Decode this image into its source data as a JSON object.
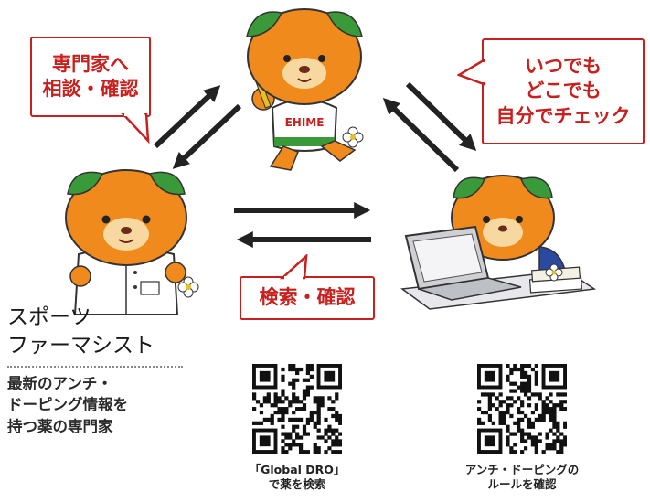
{
  "bubbles": {
    "expert": [
      "専門家へ",
      "相談・確認"
    ],
    "anytime": [
      "いつでも",
      "どこでも",
      "自分でチェック"
    ],
    "search": "検索・確認"
  },
  "pharmacist": {
    "title_lines": [
      "スポーツ",
      "ファーマシスト"
    ],
    "desc_lines": [
      "最新のアンチ・",
      "ドーピング情報を",
      "持つ薬の専門家"
    ]
  },
  "mascot": {
    "shirt_text": "EHIME"
  },
  "qr_codes": [
    {
      "caption_lines": [
        "「Global DRO」",
        "で薬を検索"
      ]
    },
    {
      "caption_lines": [
        "アンチ・ドーピングの",
        "ルールを確認"
      ]
    }
  ],
  "colors": {
    "accent_red": "#c8201e",
    "mascot_orange": "#f08a1c",
    "leaf_green": "#3a9a3a",
    "arrow_dark": "#222222"
  }
}
